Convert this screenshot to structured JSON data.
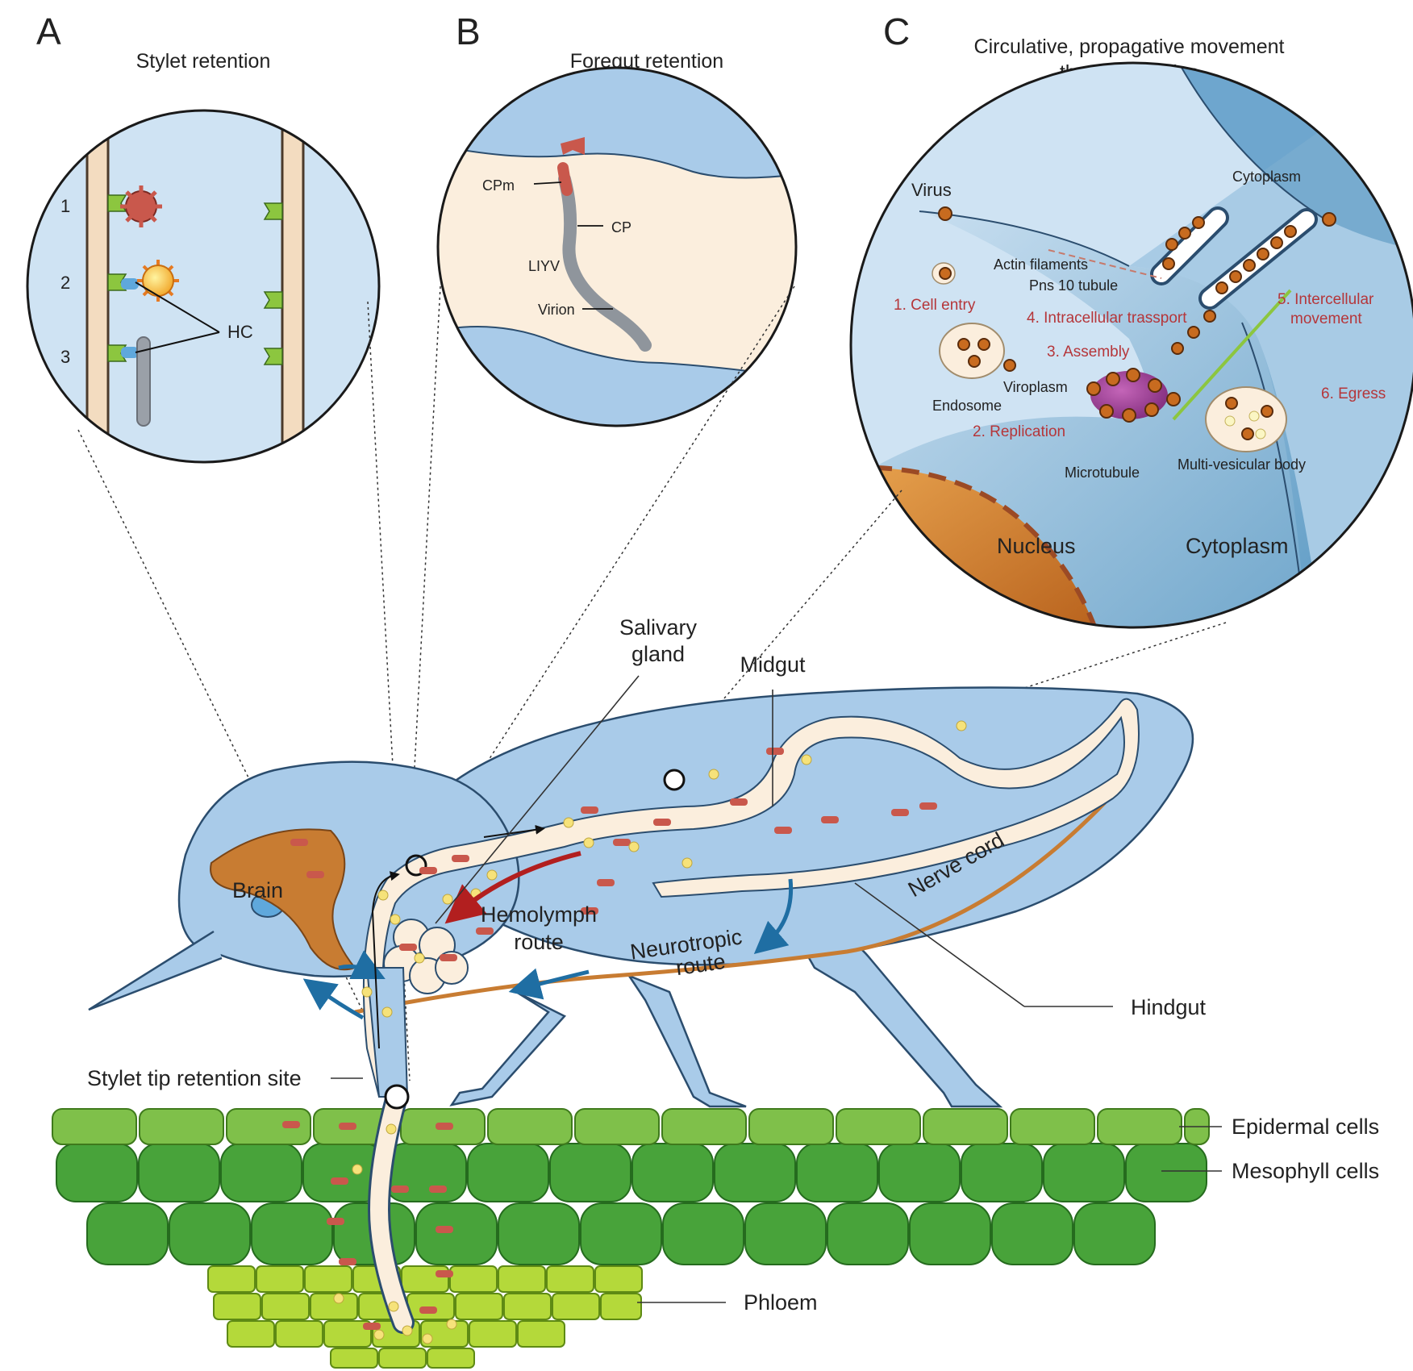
{
  "panels": {
    "a": {
      "letter": "A",
      "title": "Stylet retention",
      "rows": [
        "1",
        "2",
        "3"
      ],
      "hc": "HC"
    },
    "b": {
      "letter": "B",
      "title": "Foregut retention",
      "labels": {
        "cpm": "CPm",
        "cp": "CP",
        "liyv": "LIYV",
        "virion": "Virion"
      }
    },
    "c": {
      "letter": "C",
      "title_line1": "Circulative, propagative movement",
      "title_line2": "through tubules",
      "labels": {
        "virus": "Virus",
        "cytoplasm_top": "Cytoplasm",
        "actin": "Actin filaments",
        "pns10": "Pns 10 tubule",
        "endosome": "Endosome",
        "viroplasm": "Viroplasm",
        "microtubule": "Microtubule",
        "mvb": "Multi-vesicular body",
        "nucleus": "Nucleus",
        "cytoplasm_bottom": "Cytoplasm"
      },
      "steps": {
        "s1": "1. Cell entry",
        "s2": "2. Replication",
        "s3": "3. Assembly",
        "s4": "4. Intracellular trassport",
        "s5_line1": "5. Intercellular",
        "s5_line2": "movement",
        "s6": "6. Egress"
      }
    }
  },
  "insect": {
    "salivary_line1": "Salivary",
    "salivary_line2": "gland",
    "midgut": "Midgut",
    "brain": "Brain",
    "hemolymph_line1": "Hemolymph",
    "hemolymph_line2": "route",
    "neurotropic_line1": "Neurotropic",
    "neurotropic_line2": "route",
    "nerve_cord": "Nerve cord",
    "hindgut": "Hindgut",
    "stylet_tip": "Stylet tip retention site"
  },
  "plant": {
    "epidermal": "Epidermal cells",
    "mesophyll": "Mesophyll cells",
    "phloem": "Phloem"
  },
  "colors": {
    "circle_bg": "#cfe3f3",
    "body_blue": "#a9cbe9",
    "outline": "#2b4d6e",
    "gut_cream": "#fbeedd",
    "virus_red": "#c9584c",
    "virus_yellow": "#f6e27a",
    "brain_orange": "#c87c32",
    "leaf_green": "#7fc04a",
    "meso_green": "#48a33a",
    "phloem_green": "#b4d93a",
    "arrow_blue": "#1f6ea3",
    "arrow_red": "#b21f1f",
    "step_red": "#b5363a"
  }
}
